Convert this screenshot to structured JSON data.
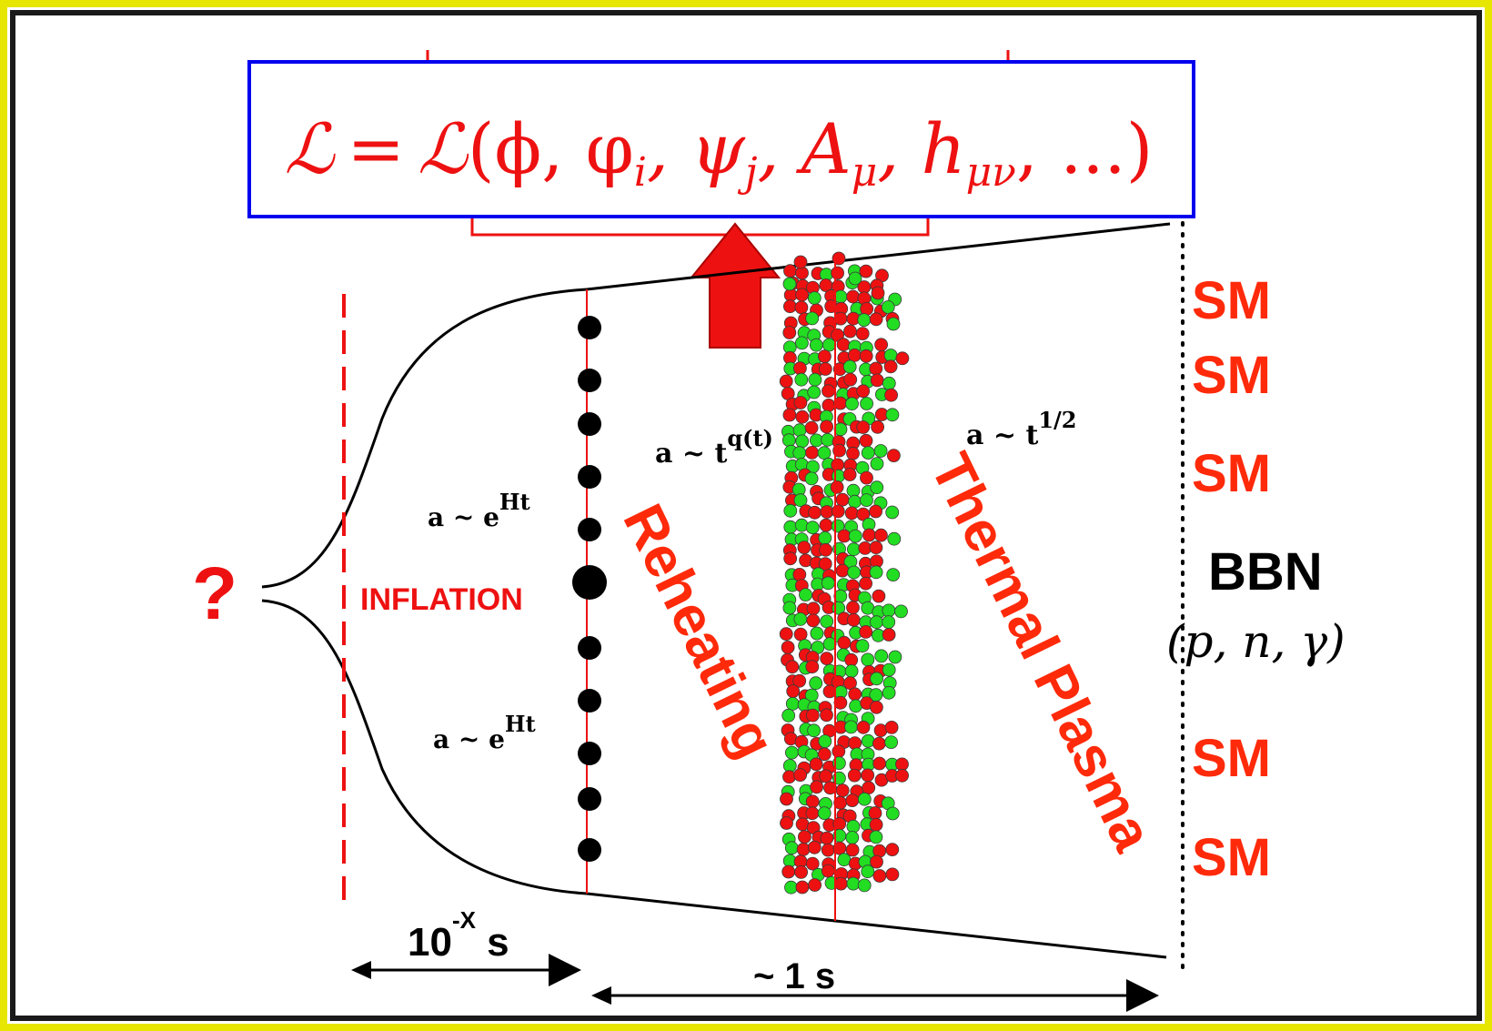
{
  "colors": {
    "frame_yellow": "#e6e600",
    "frame_dark": "#1a1a1a",
    "formula_border": "#0000ee",
    "red": "#ee1111",
    "label_red": "#ff2a0a",
    "green": "#22dd22",
    "black": "#000000"
  },
  "formula": {
    "script_L": "ℒ",
    "equals": "=",
    "args": "(ϕ, φ",
    "sub_i": "i",
    "psi": ", ψ",
    "sub_j": "j",
    "A": ", A",
    "sub_mu": "μ",
    "h": ", h",
    "sub_munu": "μν",
    "tail": ", ...)"
  },
  "origin_label": "?",
  "inflation_label": "INFLATION",
  "expansion": {
    "upper_base": "a ~ e",
    "upper_exp": "Ht",
    "lower_base": "a ~ e",
    "lower_exp": "Ht",
    "reheat_base": "a ~ t",
    "reheat_exp": "q(t)",
    "plasma_base": "a ~ t",
    "plasma_exp": "1/2"
  },
  "reheating_label": "Reheating",
  "thermal_label": "Thermal Plasma",
  "sm_labels": [
    "SM",
    "SM",
    "SM",
    "SM",
    "SM"
  ],
  "bbn": {
    "label": "BBN",
    "particles": "(p, n, γ)"
  },
  "timescales": {
    "inflation_base": "10",
    "inflation_exp": "-X",
    "inflation_unit": " s",
    "total": "~ 1 s"
  }
}
